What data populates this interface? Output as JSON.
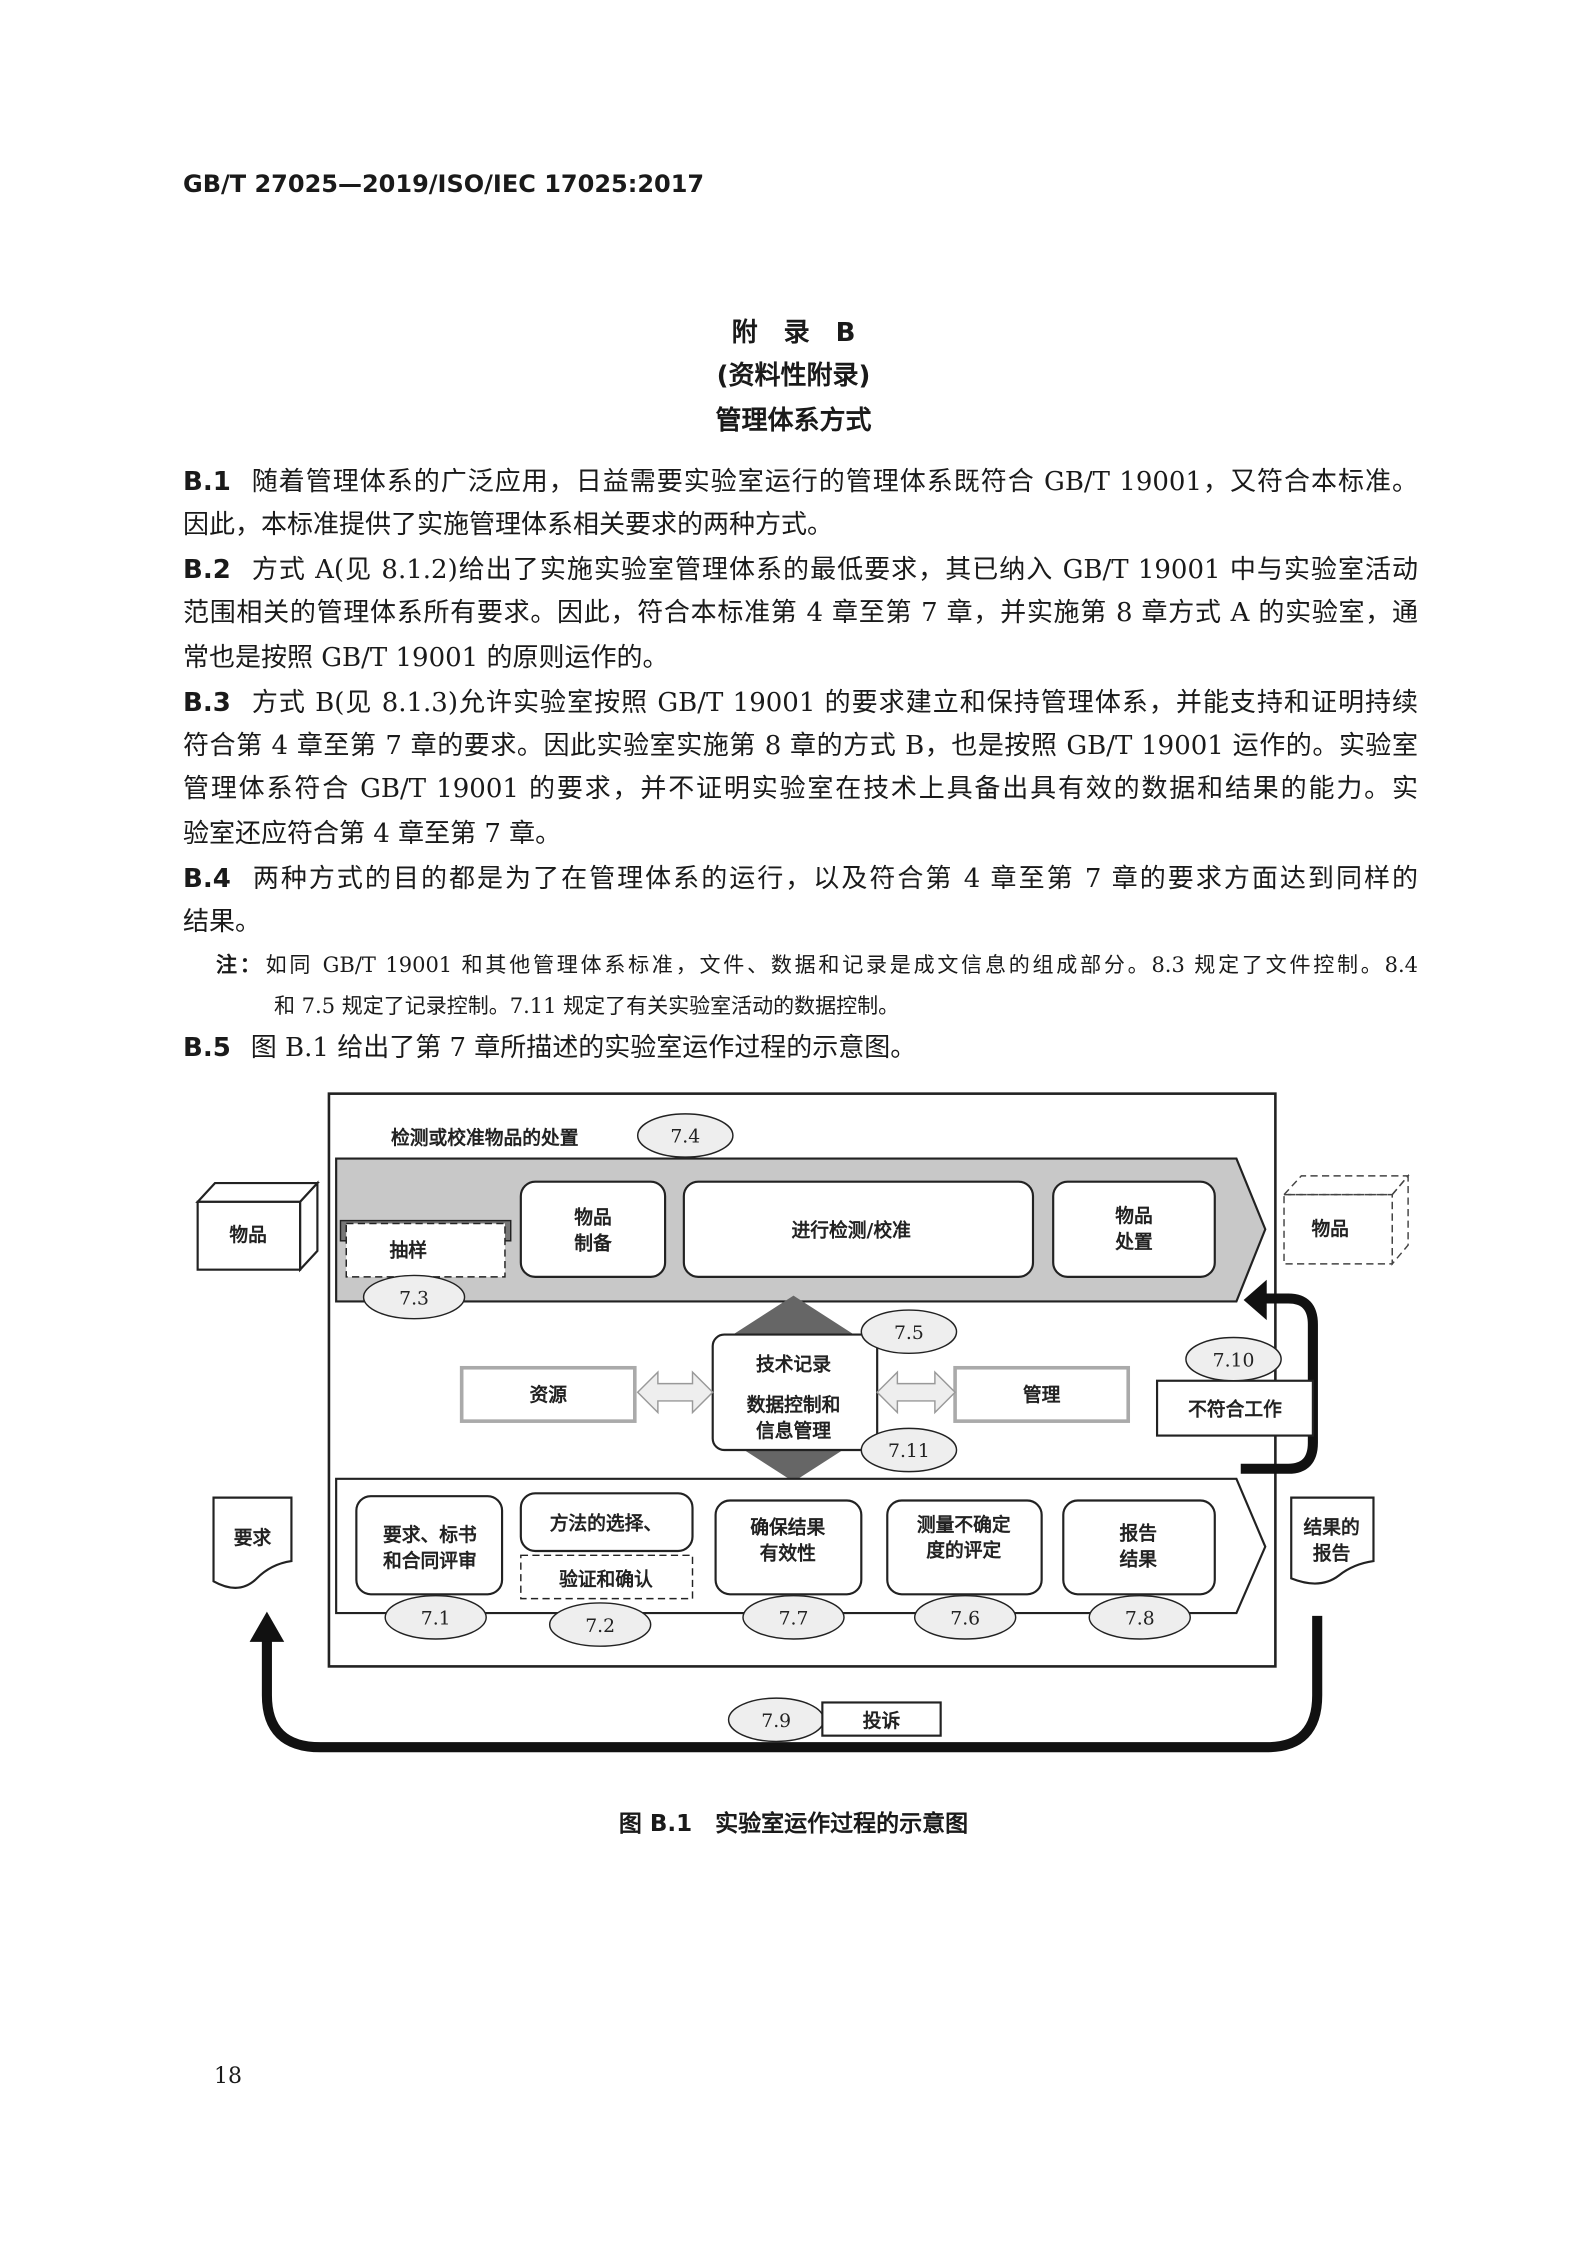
{
  "header": "GB/T 27025—2019/ISO/IEC 17025:2017",
  "annex": {
    "title": "附　录　B",
    "type": "(资料性附录)",
    "name": "管理体系方式"
  },
  "paragraphs": [
    {
      "id": "B.1",
      "lines": [
        "随着管理体系的广泛应用，日益需要实验室运行的管理体系既符合 GB/T 19001，又符合本标准。",
        "因此，本标准提供了实施管理体系相关要求的两种方式。"
      ]
    },
    {
      "id": "B.2",
      "lines": [
        "方式 A(见 8.1.2)给出了实施实验室管理体系的最低要求，其已纳入 GB/T 19001 中与实验室活动",
        "范围相关的管理体系所有要求。因此，符合本标准第 4 章至第 7 章，并实施第 8 章方式 A 的实验室，通",
        "常也是按照 GB/T 19001 的原则运作的。"
      ]
    },
    {
      "id": "B.3",
      "lines": [
        "方式 B(见 8.1.3)允许实验室按照 GB/T 19001 的要求建立和保持管理体系，并能支持和证明持续",
        "符合第 4 章至第 7 章的要求。因此实验室实施第 8 章的方式 B，也是按照 GB/T 19001 运作的。实验室",
        "管理体系符合 GB/T 19001 的要求，并不证明实验室在技术上具备出具有效的数据和结果的能力。实",
        "验室还应符合第 4 章至第 7 章。"
      ]
    },
    {
      "id": "B.4",
      "lines": [
        "两种方式的目的都是为了在管理体系的运行，以及符合第 4 章至第 7 章的要求方面达到同样的",
        "结果。"
      ]
    }
  ],
  "note": {
    "label": "注：",
    "lines": [
      "如同 GB/T 19001 和其他管理体系标准，文件、数据和记录是成文信息的组成部分。8.3 规定了文件控制。8.4",
      "和 7.5 规定了记录控制。7.11 规定了有关实验室活动的数据控制。"
    ]
  },
  "b5": {
    "id": "B.5",
    "text": "图 B.1 给出了第 7 章所描述的实验室运作过程的示意图。"
  },
  "diagram": {
    "top_label": "检测或校准物品的处置",
    "item_in": "物品",
    "item_out": "物品",
    "sampling": "抽样",
    "prep": [
      "物品",
      "制备"
    ],
    "perform": "进行检测/校准",
    "disposal": [
      "物品",
      "处置"
    ],
    "resources": "资源",
    "management": "管理",
    "tech": [
      "技术记录",
      "数据控制和",
      "信息管理"
    ],
    "nonconform": "不符合工作",
    "requirements": "要求",
    "review": [
      "要求、标书",
      "和合同评审"
    ],
    "method": "方法的选择、",
    "verify": "验证和确认",
    "validity": [
      "确保结果",
      "有效性"
    ],
    "uncertainty": [
      "测量不确定",
      "度的评定"
    ],
    "report": [
      "报告",
      "结果"
    ],
    "result_report": [
      "结果的",
      "报告"
    ],
    "complaints": "投诉",
    "refs": {
      "r74": "7.4",
      "r73": "7.3",
      "r75": "7.5",
      "r711": "7.11",
      "r710": "7.10",
      "r71": "7.1",
      "r72": "7.2",
      "r77": "7.7",
      "r76": "7.6",
      "r78": "7.8",
      "r79": "7.9"
    }
  },
  "caption": "图 B.1　实验室运作过程的示意图",
  "page_number": "18"
}
